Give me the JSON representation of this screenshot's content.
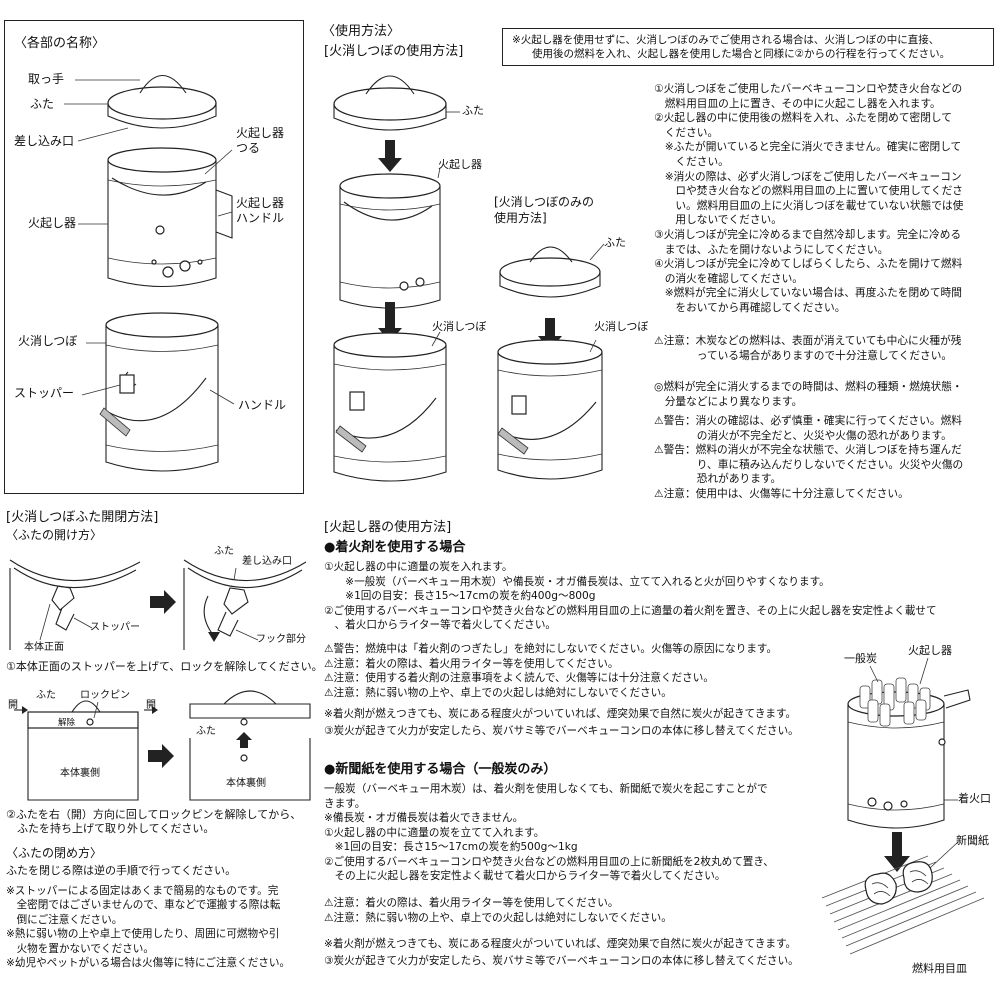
{
  "parts": {
    "title": "〈各部の名称〉",
    "labels": {
      "handle_top": "取っ手",
      "lid": "ふた",
      "slot": "差し込み口",
      "starter_bail": "火起し器\nつる",
      "starter": "火起し器",
      "starter_handle": "火起し器\nハンドル",
      "pot": "火消しつぼ",
      "stopper": "ストッパー",
      "handle": "ハンドル"
    }
  },
  "usage": {
    "title": "〈使用方法〉",
    "subtitle": "[火消しつぼの使用方法]",
    "lid_label": "ふた",
    "starter_label": "火起し器",
    "pot_label": "火消しつぼ",
    "only_title": "[火消しつぼのみの\n使用方法]",
    "only_lid_label": "ふた",
    "only_pot_label": "火消しつぼ"
  },
  "notice_box": [
    "※火起し器を使用せずに、火消しつぼのみでご使用される場合は、火消しつぼの中に直接、",
    "使用後の燃料を入れ、火起し器を使用した場合と同様に②からの行程を行ってください。"
  ],
  "steps_right": [
    "①火消しつぼをご使用したバーベキューコンロや焚き火台などの",
    "　燃料用目皿の上に置き、その中に火起こし器を入れます。",
    "②火起し器の中に使用後の燃料を入れ、ふたを閉めて密閉して",
    "　ください。",
    "　※ふたが開いていると完全に消火できません。確実に密閉して",
    "　　ください。",
    "　※消火の際は、必ず火消しつぼをご使用したバーベキューコン",
    "　　ロや焚き火台などの燃料用目皿の上に置いて使用してくださ",
    "　　い。燃料用目皿の上に火消しつぼを載せていない状態では使",
    "　　用しないでください。",
    "③火消しつぼが完全に冷めるまで自然冷却します。完全に冷める",
    "　までは、ふたを開けないようにしてください。",
    "④火消しつぼが完全に冷めてしばらくしたら、ふたを開けて燃料",
    "　の消火を確認してください。",
    "　※燃料が完全に消火していない場合は、再度ふたを閉めて時間",
    "　　をおいてから再確認してください。"
  ],
  "caution_right": [
    "⚠注意：木炭などの燃料は、表面が消えていても中心に火種が残",
    "　　　　っている場合がありますので十分注意してください。"
  ],
  "note_time": [
    "◎燃料が完全に消火するまでの時間は、燃料の種類・燃焼状態・",
    "　分量などにより異なります。"
  ],
  "warnings_right": [
    "⚠警告：消火の確認は、必ず慎重・確実に行ってください。燃料",
    "　　　　の消火が不完全だと、火災や火傷の恐れがあります。",
    "⚠警告：燃料の消火が不完全な状態で、火消しつぼを持ち運んだ",
    "　　　　り、車に積み込んだりしないでください。火災や火傷の",
    "　　　　恐れがあります。",
    "⚠注意：使用中は、火傷等に十分注意してください。"
  ],
  "lid_section": {
    "title": "[火消しつぼふた開閉方法]",
    "open_title": "〈ふたの開け方〉",
    "lid_label": "ふた",
    "slot_label": "差し込み口",
    "stopper_label": "ストッパー",
    "front_label": "本体正面",
    "hook_label": "フック部分",
    "step1": "①本体正面のストッパーを上げて、ロックを解除してください。",
    "lid2_label": "ふた",
    "lockpin_label": "ロックピン",
    "open_left": "開",
    "open_right": "開",
    "release_label": "解除",
    "back_label": "本体裏側",
    "lid3_label": "ふた",
    "back2_label": "本体裏側",
    "step2": [
      "②ふたを右（開）方向に回してロックピンを解除してから、",
      "　ふたを持ち上げて取り外してください。"
    ],
    "close_title": "〈ふたの閉め方〉",
    "close_text": "ふたを閉じる際は逆の手順で行ってください。",
    "notes": [
      "※ストッパーによる固定はあくまで簡易的なものです。完",
      "　全密閉ではございませんので、車などで運搬する際は転",
      "　倒にご注意ください。",
      "※熱に弱い物の上や卓上で使用したり、周囲に可燃物や引",
      "　火物を置かないでください。",
      "※幼児やペットがいる場合は火傷等に特にご注意ください。"
    ]
  },
  "starter_section": {
    "title": "[火起し器の使用方法]",
    "case1_title": "●着火剤を使用する場合",
    "case1_lines": [
      "①火起し器の中に適量の炭を入れます。",
      "　　※一般炭（バーベキュー用木炭）や備長炭・オガ備長炭は、立てて入れると火が回りやすくなります。",
      "　　※1回の目安：長さ15～17cmの炭を約400g～800g",
      "②ご使用するバーベキューコンロや焚き火台などの燃料用目皿の上に適量の着火剤を置き、その上に火起し器を安定性よく載せて",
      "　、着火口からライター等で着火してください。"
    ],
    "case1_warnings": [
      "⚠警告：燃焼中は「着火剤のつぎたし」を絶対にしないでください。火傷等の原因になります。",
      "⚠注意：着火の際は、着火用ライター等を使用してください。",
      "⚠注意：使用する着火剤の注意事項をよく読んで、火傷等には十分注意ください。",
      "⚠注意：熱に弱い物の上や、卓上での火起しは絶対にしないでください。"
    ],
    "case1_after": [
      "※着火剤が燃えつきても、炭にある程度火がついていれば、煙突効果で自然に炭火が起きてきます。",
      "③炭火が起きて火力が安定したら、炭バサミ等でバーベキューコンロの本体に移し替えてください。"
    ],
    "case2_title": "●新聞紙を使用する場合（一般炭のみ）",
    "case2_lines": [
      "一般炭（バーベキュー用木炭）は、着火剤を使用しなくても、新聞紙で炭火を起こすことがで",
      "きます。",
      "※備長炭・オガ備長炭は着火できません。",
      "①火起し器の中に適量の炭を立てて入れます。",
      "　※1回の目安：長さ15～17cmの炭を約500g～1kg",
      "②ご使用するバーベキューコンロや焚き火台などの燃料用目皿の上に新聞紙を2枚丸めて置き、",
      "　その上に火起し器を安定性よく載せて着火口からライター等で着火してください。"
    ],
    "case2_warnings": [
      "⚠注意：着火の際は、着火用ライター等を使用してください。",
      "⚠注意：熱に弱い物の上や、卓上での火起しは絶対にしないでください。"
    ],
    "case2_after": [
      "※着火剤が燃えつきても、炭にある程度火がついていれば、煙突効果で自然に炭火が起きてきます。",
      "③炭火が起きて火力が安定したら、炭バサミ等でバーベキューコンロの本体に移し替えてください。"
    ],
    "fig_labels": {
      "charcoal": "一般炭",
      "starter": "火起し器",
      "vent": "着火口",
      "paper": "新聞紙",
      "grate": "燃料用目皿"
    }
  }
}
